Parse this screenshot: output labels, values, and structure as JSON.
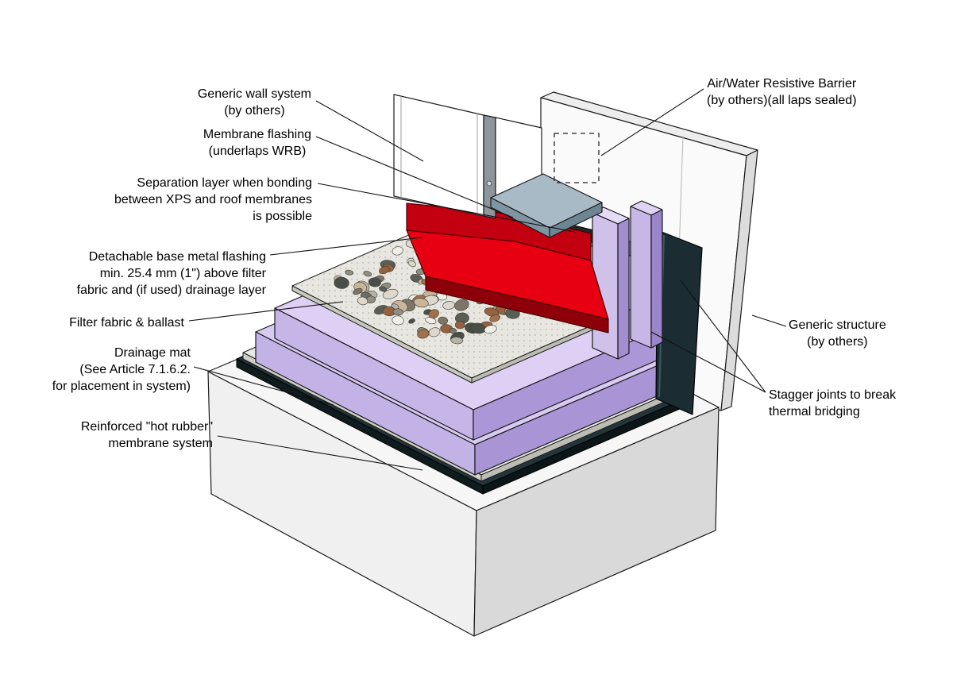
{
  "figure": {
    "type": "construction-detail-axonometric",
    "background": "#ffffff",
    "colors": {
      "flashing_red": "#e60012",
      "flashing_red_dark": "#c30010",
      "flashing_red_lip": "#8e0009",
      "insulation_purple_top": "#d8cbf1",
      "insulation_purple_front": "#c6b5e7",
      "insulation_purple_side": "#a995d5",
      "membrane_dark": "#1b2d33",
      "cap_flashing_gray": "#a9bac7",
      "structure_white": "#fafafa",
      "line_black": "#1a1a1a"
    }
  },
  "labels": [
    {
      "id": "generic-wall-system",
      "lines": [
        "Generic wall system",
        "(by others)"
      ]
    },
    {
      "id": "membrane-flashing",
      "lines": [
        "Membrane flashing",
        "(underlaps WRB)"
      ]
    },
    {
      "id": "separation-layer",
      "lines": [
        "Separation layer when bonding",
        "between XPS and roof membranes",
        "is possible"
      ]
    },
    {
      "id": "detachable-base-flashing",
      "lines": [
        "Detachable base metal flashing",
        "min. 25.4 mm (1\") above filter",
        "fabric and (if used) drainage layer"
      ]
    },
    {
      "id": "filter-fabric-ballast",
      "lines": [
        "Filter fabric & ballast"
      ]
    },
    {
      "id": "drainage-mat",
      "lines": [
        "Drainage mat",
        "(See Article 7.1.6.2.",
        "for placement in system)"
      ]
    },
    {
      "id": "hot-rubber-membrane",
      "lines": [
        "Reinforced \"hot rubber\"",
        "membrane system"
      ]
    },
    {
      "id": "air-water-barrier",
      "lines": [
        "Air/Water Resistive Barrier",
        "(by others)(all laps sealed)"
      ]
    },
    {
      "id": "generic-structure",
      "lines": [
        "Generic structure",
        "(by others)"
      ]
    },
    {
      "id": "stagger-joints",
      "lines": [
        "Stagger joints to break",
        "thermal bridging"
      ]
    }
  ]
}
